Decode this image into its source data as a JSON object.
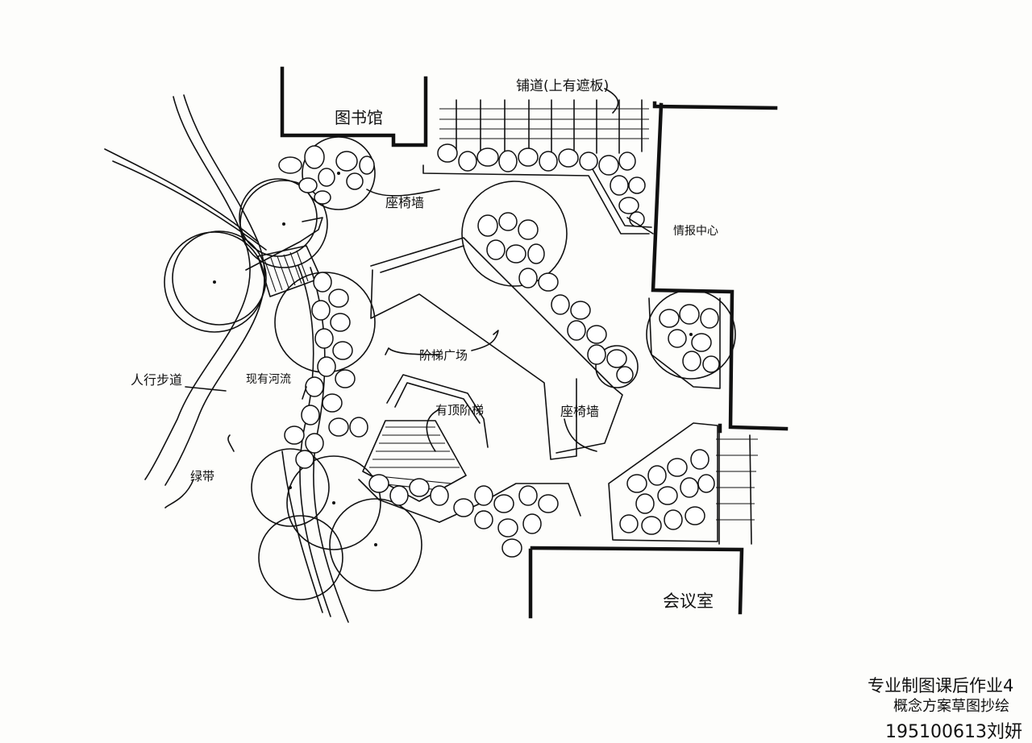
{
  "labels": {
    "library": "图书馆",
    "paving": "铺道(上有遮板)",
    "seat_wall_top": "座椅墙",
    "info_center": "情报中心",
    "sidewalk": "人行步道",
    "stream": "现有河流",
    "plaza": "阶梯广场",
    "roof_stairs": "有顶阶梯",
    "seat_wall_right": "座椅墙",
    "green_belt": "绿带",
    "meeting_room": "会议室"
  },
  "signature": {
    "line1": "专业制图课后作业4",
    "line2": "概念方案草图抄绘",
    "line3": "195100613刘妍"
  }
}
